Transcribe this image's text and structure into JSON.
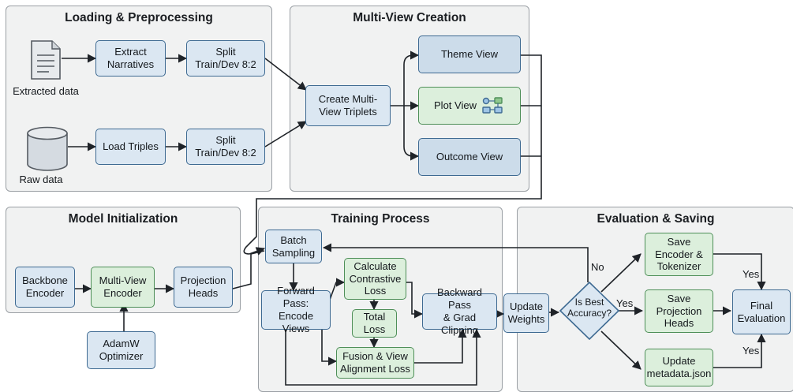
{
  "panels": {
    "loading": "Loading & Preprocessing",
    "multiview": "Multi-View Creation",
    "model": "Model Initialization",
    "training": "Training Process",
    "evaluation": "Evaluation & Saving"
  },
  "nodes": {
    "extracted_data": "Extracted data",
    "raw_data": "Raw data",
    "extract_narratives": "Extract\nNarratives",
    "split_top": "Split\nTrain/Dev 8:2",
    "load_triples": "Load Triples",
    "split_bottom": "Split\nTrain/Dev 8:2",
    "create_triplets": "Create Multi-\nView Triplets",
    "theme_view": "Theme View",
    "plot_view": "Plot View",
    "outcome_view": "Outcome View",
    "backbone_encoder": "Backbone\nEncoder",
    "multiview_encoder": "Multi-View\nEncoder",
    "projection_heads": "Projection\nHeads",
    "adamw_optimizer": "AdamW\nOptimizer",
    "batch_sampling": "Batch\nSampling",
    "forward_pass": "Forward Pass:\nEncode Views",
    "contrastive_loss": "Calculate\nContrastive\nLoss",
    "total_loss": "Total\nLoss",
    "fusion_loss": "Fusion & View\nAlignment Loss",
    "backward_pass": "Backward Pass\n& Grad Clipping",
    "update_weights": "Update\nWeights",
    "best_accuracy": "Is Best\nAccuracy?",
    "save_encoder": "Save\nEncoder &\nTokenizer",
    "save_projection": "Save\nProjection\nHeads",
    "update_metadata": "Update\nmetadata.json",
    "final_evaluation": "Final\nEvaluation"
  },
  "edge_labels": {
    "no": "No",
    "yes_decision": "Yes",
    "yes_top": "Yes",
    "yes_bottom": "Yes"
  },
  "colors": {
    "process_fill": "#dbe7f2",
    "process_border": "#3e6a92",
    "view_fill": "#dcefdc",
    "view_border": "#4e8f58",
    "panel_fill": "#f1f2f2",
    "connector": "#1f2328"
  }
}
